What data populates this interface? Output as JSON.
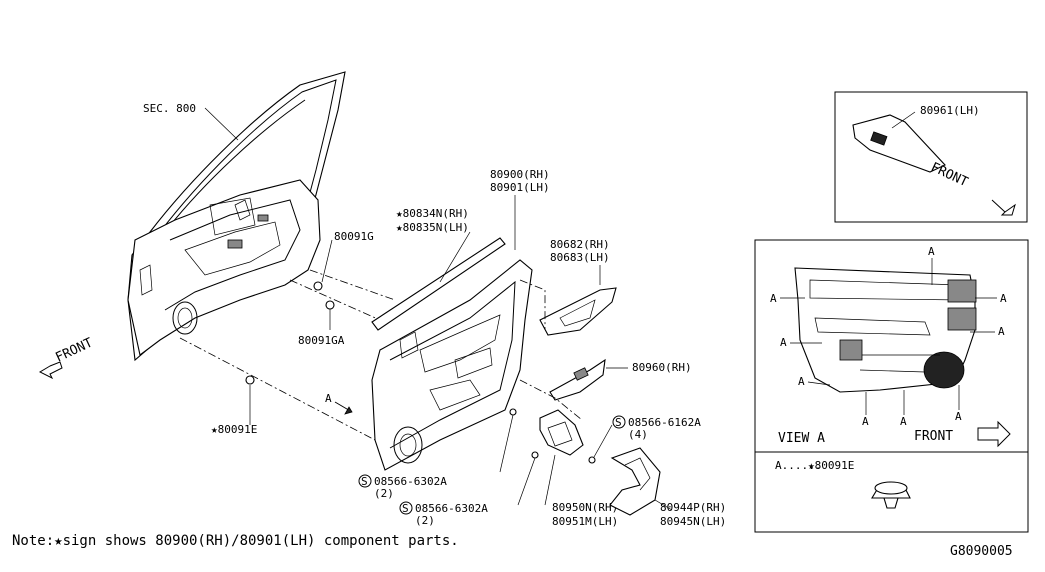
{
  "labels": {
    "sec800": "SEC. 800",
    "p80091g": "80091G",
    "p80091ga": "80091GA",
    "p80091e": "80091E",
    "p80834n": "80834N(RH)",
    "p80835n": "80835N(LH)",
    "p80900": "80900(RH)",
    "p80901": "80901(LH)",
    "p80682": "80682(RH)",
    "p80683": "80683(LH)",
    "p80960": "80960(RH)",
    "s6162a": "08566-6162A",
    "s6162a_qty": "(4)",
    "s6302a_1": "08566-6302A",
    "s6302a_1_qty": "(2)",
    "s6302a_2": "08566-6302A",
    "s6302a_2_qty": "(2)",
    "p80950n": "80950N(RH)",
    "p80951m": "80951M(LH)",
    "p80944p": "80944P(RH)",
    "p80945n": "80945N(LH)",
    "p80961": "80961(LH)",
    "front_left": "FRONT",
    "front_inset_top": "FRONT",
    "front_inset_view": "FRONT",
    "arrow_a": "A",
    "view_a": "VIEW A",
    "view_letter": "A",
    "legend_a": "A......",
    "legend_part": "80091E",
    "star": "★",
    "circled_s": "S",
    "note": "Note:★sign shows 80900(RH)/80901(LH) component parts.",
    "diagram_code": "G8090005"
  }
}
